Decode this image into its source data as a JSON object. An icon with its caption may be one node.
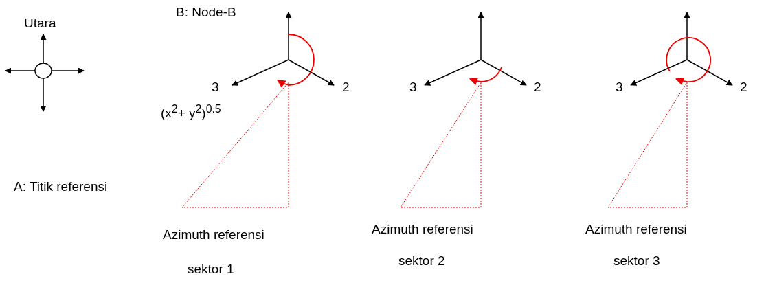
{
  "diagram": {
    "labels": [
      "Utara",
      "B: Node-B",
      "3",
      "2",
      "3",
      "2",
      "3",
      "2",
      "(x$^{2}$+ y$^{2}$)$^{0.5}$",
      "A: Titik referensi",
      "Azimuth referensi",
      "Azimuth referensi",
      "Azimuth referensi",
      "sektor 1",
      "sektor 2",
      "sektor 3"
    ]
  }
}
